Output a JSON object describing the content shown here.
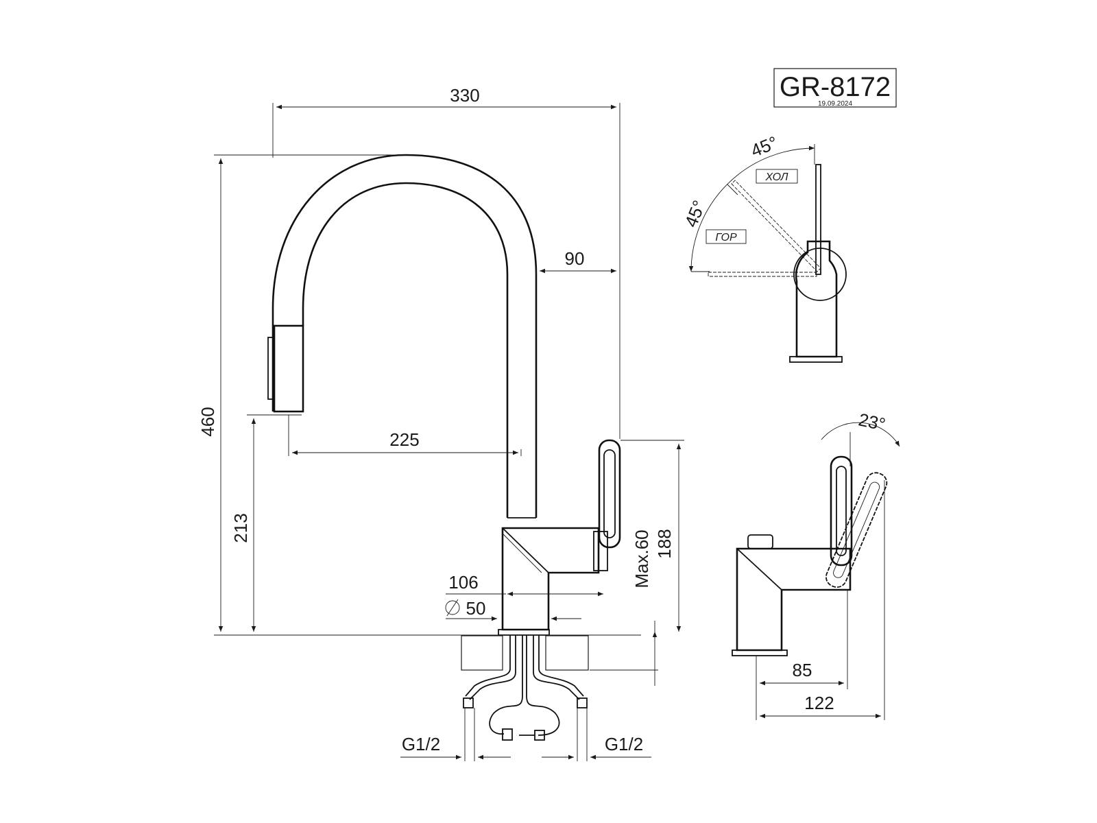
{
  "title_block": {
    "model": "GR-8172",
    "date": "19.09.2024"
  },
  "dimensions": {
    "width_overall": "330",
    "height_overall": "460",
    "spout_reach": "225",
    "spout_height": "213",
    "handle_offset": "90",
    "body_depth": "106",
    "base_diameter": "50",
    "handle_height": "188",
    "max_countertop": "Max.60",
    "connection_left": "G1/2",
    "connection_right": "G1/2"
  },
  "top_view": {
    "angle_cold": "45°",
    "angle_hot": "45°",
    "label_cold": "ХОЛ",
    "label_hot": "ГОР"
  },
  "side_view": {
    "tilt_angle": "23°",
    "depth_short": "85",
    "depth_total": "122"
  },
  "colors": {
    "line": "#1a1a1a",
    "paper": "#ffffff"
  }
}
